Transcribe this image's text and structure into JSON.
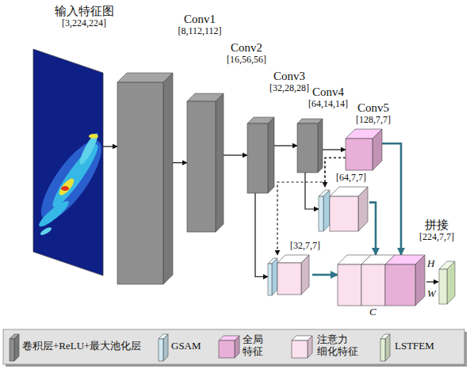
{
  "diagram": {
    "nodes": [
      {
        "text": [
          "输入特征图",
          "[3,224,224]"
        ]
      },
      {
        "text": [
          "Conv1",
          "[8,112,112]"
        ]
      },
      {
        "text": [
          "Conv2",
          "[16,56,56]"
        ]
      },
      {
        "text": [
          "Conv3",
          "[32,28,28]"
        ]
      },
      {
        "text": [
          "Conv4",
          "[64,14,14]"
        ]
      },
      {
        "text": [
          "Conv5",
          "[128,7,7]"
        ]
      },
      {
        "text": [
          "[64,7,7]"
        ]
      },
      {
        "text": [
          "[32,7,7]"
        ]
      },
      {
        "text": [
          "拼接",
          "[224,7,7]"
        ]
      }
    ],
    "edges": [
      {
        "from": 0,
        "to": 1,
        "arrow": "to"
      },
      {
        "from": 1,
        "to": 2,
        "arrow": "to"
      },
      {
        "from": 2,
        "to": 3,
        "arrow": "to"
      },
      {
        "from": 3,
        "to": 4,
        "arrow": "to"
      },
      {
        "from": 4,
        "to": 5,
        "arrow": "to"
      },
      {
        "from": 4,
        "to": 6,
        "arrow": "to"
      },
      {
        "from": 5,
        "to": 6,
        "arrow": "to"
      },
      {
        "from": 3,
        "to": 7,
        "arrow": "to"
      },
      {
        "from": 5,
        "to": 7,
        "arrow": "to"
      },
      {
        "from": 6,
        "to": 8,
        "arrow": "to"
      },
      {
        "from": 5,
        "to": 8,
        "arrow": "to"
      },
      {
        "from": 7,
        "to": 8,
        "arrow": "to"
      }
    ],
    "labels": [
      "H",
      "C",
      "W"
    ],
    "legend": [
      {
        "text": "卷积层+ReLU+最大池化层",
        "color": "#8f8f8f"
      },
      {
        "text": "GSAM",
        "color": "#cfe8f3"
      },
      {
        "text": "全局 特征",
        "color": "#e8b0d8"
      },
      {
        "text": "注意力 细化特征",
        "color": "#fbe0ee"
      },
      {
        "text": "LSTFEM",
        "color": "#e3f0d5"
      }
    ]
  }
}
